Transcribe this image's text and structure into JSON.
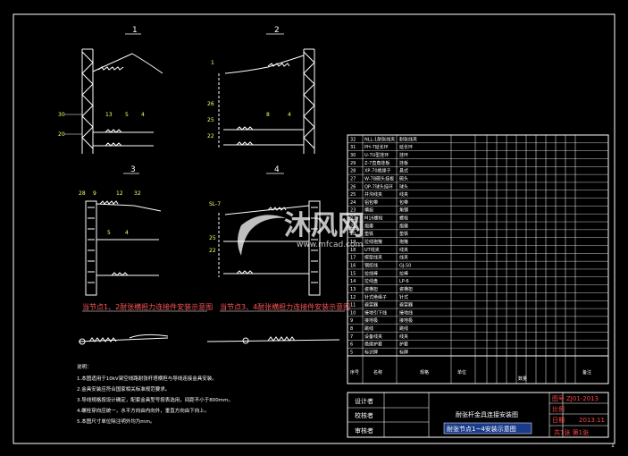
{
  "drawing": {
    "views": [
      {
        "id": "view-1",
        "label": "1"
      },
      {
        "id": "view-2",
        "label": "2"
      },
      {
        "id": "view-3",
        "label": "3"
      },
      {
        "id": "view-4",
        "label": "4"
      }
    ],
    "captions": {
      "left": "当节点1、2耐张横担力连接件安装示意图",
      "right": "当节点3、4耐张横担力连接件安装示意图"
    },
    "notes_title": "说明：",
    "notes": [
      "1.本图适用于10kV架空线路耐张杆塔横担与导线连接金具安装。",
      "2.金具安装应符合国家相关标准规范要求。",
      "3.导线规格按设计确定，配套金具型号按表选用，间距不小于800mm。",
      "4.螺栓穿向应统一，水平方向由内向外，垂直方向由下向上。",
      "5.本图尺寸单位除注明外均为mm。"
    ]
  },
  "bom": {
    "rows": [
      {
        "no": "32",
        "name": "NLL-1耐张线夹",
        "spec": "耐张线夹"
      },
      {
        "no": "31",
        "name": "PH-7延长环",
        "spec": "延长环"
      },
      {
        "no": "30",
        "name": "U-7U型挂环",
        "spec": "挂环"
      },
      {
        "no": "29",
        "name": "Z-7直角挂板",
        "spec": "挂板"
      },
      {
        "no": "28",
        "name": "XP-70绝缘子",
        "spec": "悬式"
      },
      {
        "no": "27",
        "name": "W-7B碗头挂板",
        "spec": "碗头"
      },
      {
        "no": "26",
        "name": "QP-7球头挂环",
        "spec": "球头"
      },
      {
        "no": "25",
        "name": "并沟线夹",
        "spec": "线夹"
      },
      {
        "no": "24",
        "name": "铝包带",
        "spec": "包带"
      },
      {
        "no": "23",
        "name": "横担",
        "spec": "角钢"
      },
      {
        "no": "22",
        "name": "M16螺栓",
        "spec": "螺栓"
      },
      {
        "no": "21",
        "name": "抱箍",
        "spec": "抱箍"
      },
      {
        "no": "20",
        "name": "垫铁",
        "spec": "垫铁"
      },
      {
        "no": "19",
        "name": "拉线抱箍",
        "spec": "抱箍"
      },
      {
        "no": "18",
        "name": "UT线夹",
        "spec": "线夹"
      },
      {
        "no": "17",
        "name": "楔型线夹",
        "spec": "线夹"
      },
      {
        "no": "16",
        "name": "钢绞线",
        "spec": "GJ-50"
      },
      {
        "no": "15",
        "name": "拉线棒",
        "spec": "拉棒"
      },
      {
        "no": "14",
        "name": "拉线盘",
        "spec": "LP-6"
      },
      {
        "no": "13",
        "name": "瓷横担",
        "spec": "瓷横担"
      },
      {
        "no": "12",
        "name": "针式绝缘子",
        "spec": "针式"
      },
      {
        "no": "11",
        "name": "避雷器",
        "spec": "避雷器"
      },
      {
        "no": "10",
        "name": "接地引下线",
        "spec": "接地线"
      },
      {
        "no": "9",
        "name": "接地极",
        "spec": "接地极"
      },
      {
        "no": "8",
        "name": "跳线",
        "spec": "跳线"
      },
      {
        "no": "7",
        "name": "设备线夹",
        "spec": "线夹"
      },
      {
        "no": "6",
        "name": "绝缘护套",
        "spec": "护套"
      },
      {
        "no": "5",
        "name": "标识牌",
        "spec": "标牌"
      }
    ],
    "header": [
      "序号",
      "名称",
      "规格",
      "单位",
      "数量",
      "备注"
    ],
    "remark_label": "备注"
  },
  "title_block": {
    "design_label": "设计者",
    "check_label": "校核者",
    "review_label": "审核者",
    "drawing_title": "耐张杆金具连接安装图",
    "drawing_subtitle": "耐张节点1~4安装示意图",
    "right_labels": [
      "图号",
      "比例",
      "日期"
    ],
    "drawing_no": "ZJ01-2013",
    "date": "2013.11",
    "sheet": "共1张 第1张",
    "page_mark": "1"
  },
  "watermark": {
    "brand": "沐风网",
    "url": "www.mfcad.com"
  }
}
